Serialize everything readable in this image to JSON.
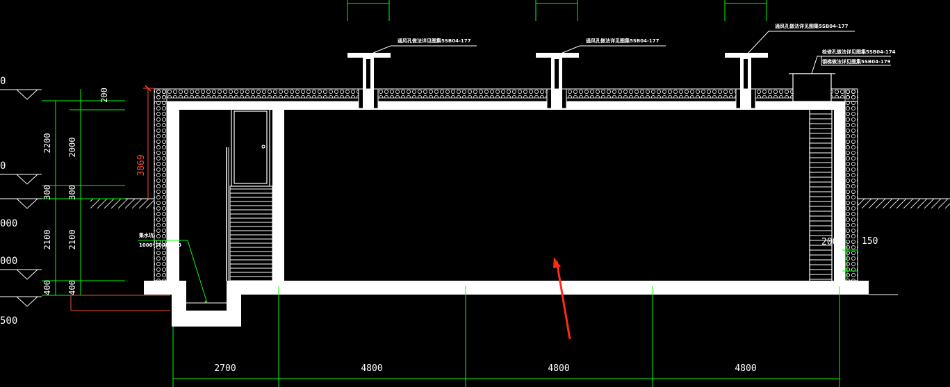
{
  "drawing": {
    "levels": [
      "0",
      "0",
      "000",
      "000",
      "500"
    ],
    "annotations": {
      "vent1": "通风孔做法详见图集5SB04-177",
      "vent2": "通风孔做法详见图集5SB04-177",
      "vent3": "通风孔做法详见图集5SB04-177",
      "hatch1": "检修孔做法详见图集5SB04-174",
      "hatch2": "钢梯做法详见图集5SB04-179",
      "sump": "集水坑",
      "sump_size": "1000*1000*800"
    },
    "dims_left_outer": [
      "2200",
      "300",
      "2100",
      "400"
    ],
    "dims_left_inner": [
      "200",
      "2000",
      "300",
      "2100",
      "400"
    ],
    "height_dim": "3869",
    "right_dims": [
      "200",
      "150"
    ],
    "bottom_dims": [
      "2700",
      "4800",
      "4800",
      "4800"
    ],
    "colors": {
      "background": "#000000",
      "structure": "#ffffff",
      "dimension": "#00ff00",
      "highlight": "#ff4a2a",
      "arrow": "#ff2a1a"
    }
  }
}
